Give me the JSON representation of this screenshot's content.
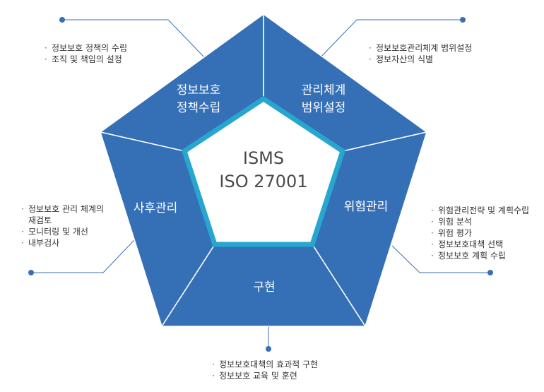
{
  "diagram": {
    "center": {
      "line1": "ISMS",
      "line2": "ISO 27001"
    },
    "sectors": {
      "top_left": [
        "정보보호",
        "정책수립"
      ],
      "top_right": [
        "관리체계",
        "범위설정"
      ],
      "right": "위험관리",
      "bottom": "구현",
      "left": "사후관리"
    },
    "notes": {
      "top_left": [
        "정보보호 정책의 수립",
        "조직 및 책임의 설정"
      ],
      "top_right": [
        "정보보호관리체계 범위설정",
        "정보자산의 식별"
      ],
      "left": [
        "정보보호 관리 체계의",
        "재검토",
        "모니터링 및 개선",
        "내부검사"
      ],
      "right": [
        "위험관리전략 및 계획수립",
        "위험 분석",
        "위험 평가",
        "정보보호대책 선택",
        "정보보호 계획 수립"
      ],
      "bottom": [
        "정보보호대책의 효과적 구현",
        "정보보호 교육 및 훈련"
      ]
    },
    "colors": {
      "sector_fill": "#3570b7",
      "divider": "#ffffff",
      "inner_ring": "#27a6d0",
      "center_fill": "#ffffff",
      "connector": "#3a6fb5"
    }
  }
}
